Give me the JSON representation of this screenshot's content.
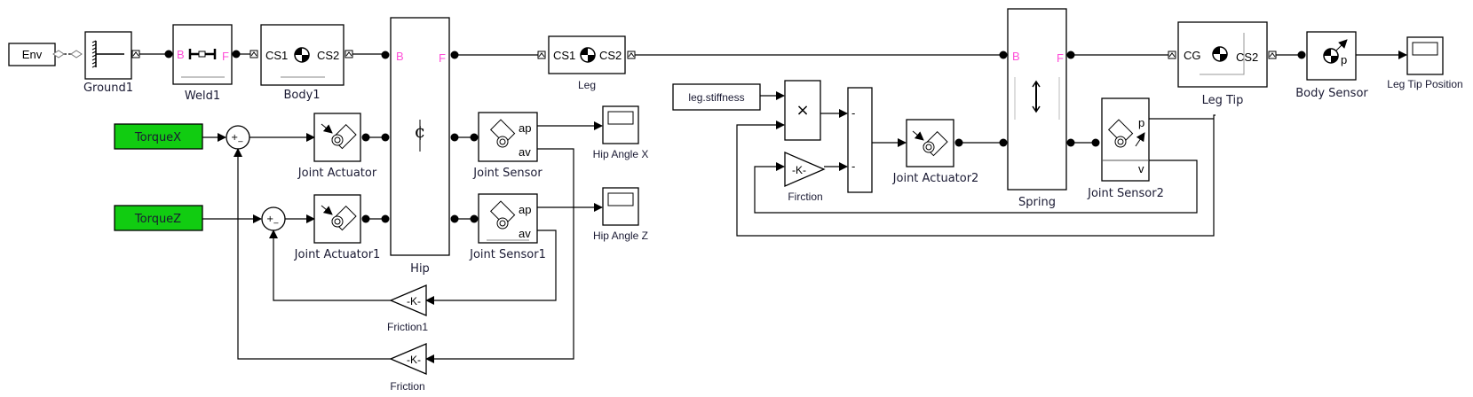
{
  "diagram": {
    "title": "",
    "blocks": {
      "env": {
        "label": "Env"
      },
      "ground1": {
        "label": "Ground1"
      },
      "weld1": {
        "label": "Weld1",
        "port_b": "B",
        "port_f": "F"
      },
      "body1": {
        "label": "Body1",
        "port_cs1": "CS1",
        "port_cs2": "CS2"
      },
      "hip": {
        "label": "Hip",
        "port_b": "B",
        "port_f": "F",
        "glyph": "¢"
      },
      "leg": {
        "label": "Leg",
        "port_cs1": "CS1",
        "port_cs2": "CS2"
      },
      "torque_x": {
        "label": "TorqueX",
        "color": "#11cc11"
      },
      "torque_z": {
        "label": "TorqueZ",
        "color": "#11cc11"
      },
      "sum_x": {
        "signs": "+_"
      },
      "sum_z": {
        "signs": "+_"
      },
      "joint_actuator": {
        "label": "Joint Actuator"
      },
      "joint_actuator1": {
        "label": "Joint Actuator1"
      },
      "joint_sensor": {
        "label": "Joint Sensor",
        "port_ap": "ap",
        "port_av": "av"
      },
      "joint_sensor1": {
        "label": "Joint Sensor1",
        "port_ap": "ap",
        "port_av": "av"
      },
      "hip_angle_x": {
        "label": "Hip Angle X"
      },
      "hip_angle_z": {
        "label": "Hip Angle Z"
      },
      "friction1": {
        "label": "Friction1",
        "gain": "-K-"
      },
      "friction": {
        "label": "Friction",
        "gain": "-K-"
      },
      "leg_stiffness": {
        "label": "leg.stiffness"
      },
      "product": {
        "symbol": "×"
      },
      "sum_leg": {
        "signs": [
          "-",
          "-"
        ]
      },
      "firction": {
        "label": "Firction",
        "gain": "-K-"
      },
      "joint_actuator2": {
        "label": "Joint Actuator2"
      },
      "spring": {
        "label": "Spring",
        "port_b": "B",
        "port_f": "F"
      },
      "joint_sensor2": {
        "label": "Joint Sensor2",
        "port_p": "p",
        "port_v": "v"
      },
      "leg_tip": {
        "label": "Leg Tip",
        "port_cg": "CG",
        "port_cs2": "CS2"
      },
      "body_sensor": {
        "label": "Body Sensor",
        "port_p": "p"
      },
      "leg_tip_position": {
        "label": "Leg Tip Position"
      }
    }
  }
}
